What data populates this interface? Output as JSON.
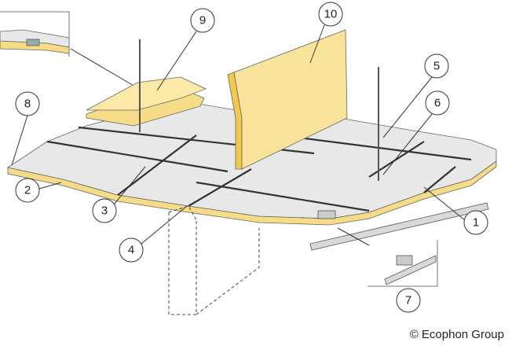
{
  "callouts": {
    "c1": "1",
    "c2": "2",
    "c3": "3",
    "c4": "4",
    "c5": "5",
    "c6": "6",
    "c7": "7",
    "c8": "8",
    "c9": "9",
    "c10": "10"
  },
  "copyright": "© Ecophon Group",
  "colors": {
    "tile": "#e8e8e8",
    "mineral_wool": "#f6dc86",
    "edge": "#f2c94c",
    "line": "#555555"
  }
}
